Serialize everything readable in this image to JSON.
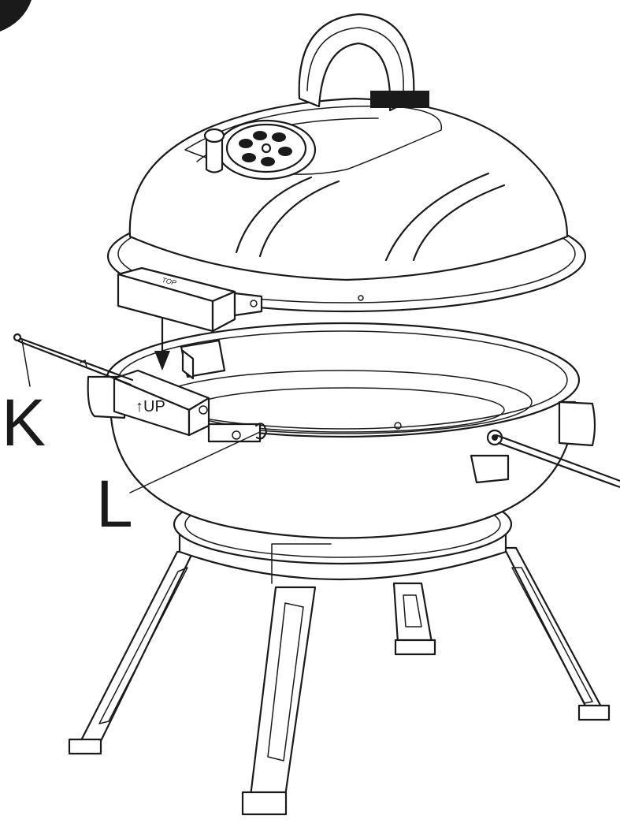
{
  "callouts": {
    "k": "K",
    "l": "L"
  },
  "hinge_labels": {
    "top": "TOP",
    "up": "↑UP"
  },
  "colors": {
    "line": "#1a1a1a",
    "fill": "#ffffff",
    "shade": "#d9d9d9"
  }
}
